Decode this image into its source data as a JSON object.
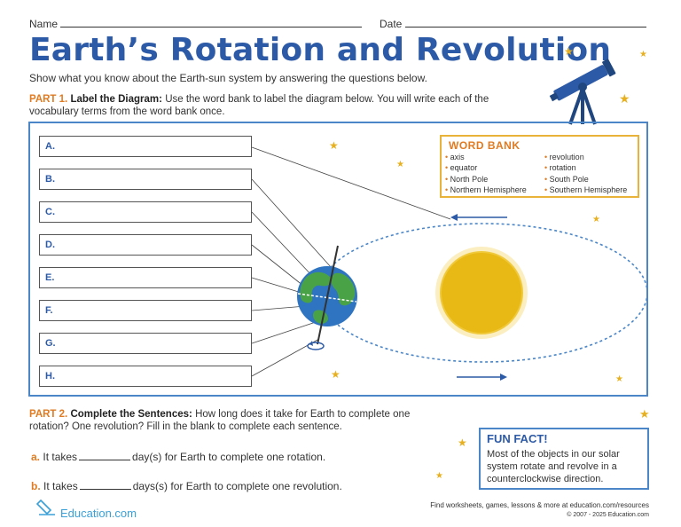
{
  "header": {
    "name_label": "Name",
    "date_label": "Date"
  },
  "title": "Earth’s Rotation and Revolution",
  "subtitle": "Show what you know about the Earth-sun system by answering the questions below.",
  "part1": {
    "tag": "PART 1.",
    "heading": "Label the Diagram:",
    "instructions": "Use the word bank to label the diagram below. You will write each of the vocabulary terms from the word bank once."
  },
  "labels": [
    "A.",
    "B.",
    "C.",
    "D.",
    "E.",
    "F.",
    "G.",
    "H."
  ],
  "word_bank": {
    "title": "WORD BANK",
    "left": [
      "axis",
      "equator",
      "North Pole",
      "Northern Hemisphere"
    ],
    "right": [
      "revolution",
      "rotation",
      "South Pole",
      "Southern Hemisphere"
    ]
  },
  "part2": {
    "tag": "PART 2.",
    "heading": "Complete the Sentences:",
    "instructions": "How long does it take for Earth to complete one rotation? One revolution? Fill in the blank to complete each sentence.",
    "q_a_letter": "a.",
    "q_a_before": "It takes",
    "q_a_after": "day(s) for Earth to complete one rotation.",
    "q_b_letter": "b.",
    "q_b_before": "It takes",
    "q_b_after": "days(s) for Earth to complete one revolution."
  },
  "fun_fact": {
    "title": "FUN FACT!",
    "text": "Most of the objects in our solar system rotate and revolve in a counterclockwise direction."
  },
  "footer": {
    "brand": "Education.com",
    "find": "Find worksheets, games, lessons & more at education.com/resources",
    "copyright": "© 2007 - 2025 Education.com"
  },
  "colors": {
    "title_blue": "#2d5aa6",
    "accent_orange": "#e07b22",
    "sun": "#e8b814",
    "star": "#e6b020"
  }
}
